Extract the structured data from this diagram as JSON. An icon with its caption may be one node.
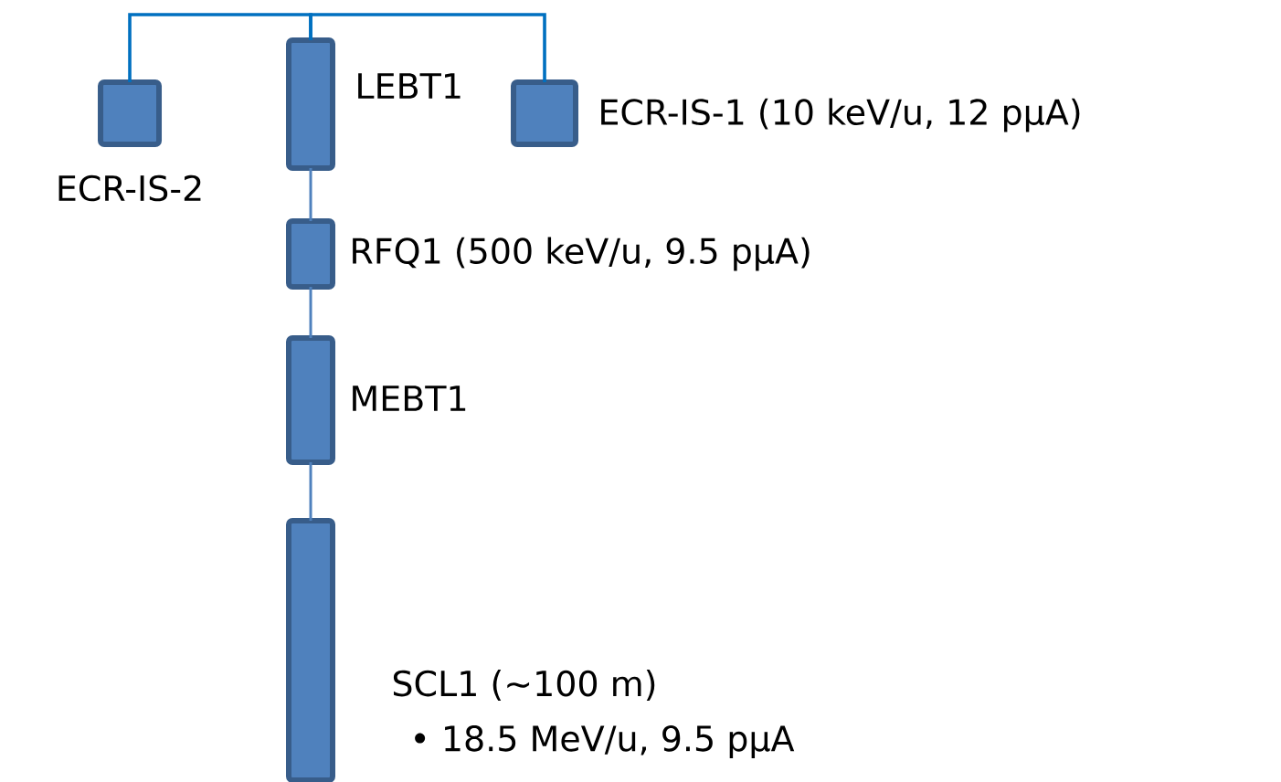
{
  "diagram": {
    "nodes": [
      {
        "text": [],
        "shape": "box",
        "beside": [
          "ECR-IS-2"
        ]
      },
      {
        "text": [],
        "shape": "box",
        "beside": [
          "LEBT1"
        ]
      },
      {
        "text": [],
        "shape": "box",
        "beside": [
          "ECR-IS-1 (10 keV/u, 12 pμA)"
        ]
      },
      {
        "text": [],
        "shape": "box",
        "beside": [
          "RFQ1 (500 keV/u, 9.5 pμA)"
        ]
      },
      {
        "text": [],
        "shape": "box",
        "beside": [
          "MEBT1"
        ]
      },
      {
        "text": [],
        "shape": "box",
        "beside": [
          "SCL1 (~100 m)",
          "• 18.5 MeV/u, 9.5 pμA"
        ]
      }
    ],
    "edges": [
      {
        "from": 0,
        "to": 1,
        "arrow": "none",
        "color": "#0070c0"
      },
      {
        "from": 2,
        "to": 1,
        "arrow": "none",
        "color": "#0070c0"
      },
      {
        "from": 1,
        "to": 3,
        "arrow": "none"
      },
      {
        "from": 3,
        "to": 4,
        "arrow": "none"
      },
      {
        "from": 4,
        "to": 5,
        "arrow": "none"
      }
    ]
  }
}
